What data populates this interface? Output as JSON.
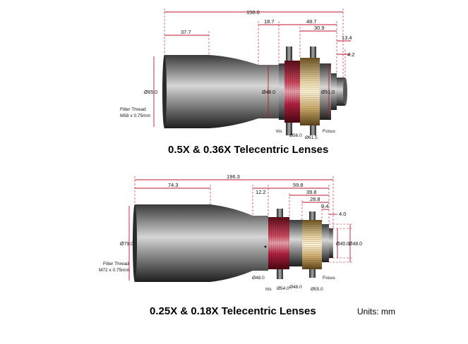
{
  "lens1": {
    "title": "0.5X & 0.36X Telecentric Lenses",
    "dims": {
      "overall": "150.0",
      "front": "37.7",
      "d_18_7": "18.7",
      "d_48_7": "48.7",
      "d_30_9": "30.9",
      "d_13_4": "13.4",
      "d_4_2": "4.2",
      "dia_front": "Ø65.0",
      "dia_body": "Ø48.0",
      "dia_rear": "Ø51.0",
      "dia_iris": "Ø56.0",
      "dia_focus": "Ø61.5"
    },
    "filter_thread_label": "Filter Thread",
    "filter_thread_spec": "M58 x 0.75mm",
    "iris_label": "Iris",
    "focus_label": "Focus"
  },
  "lens2": {
    "title": "0.25X & 0.18X Telecentric Lenses",
    "dims": {
      "overall": "196.3",
      "front": "74.3",
      "d_12_2": "12.2",
      "d_59_8": "59.8",
      "d_39_8": "39.8",
      "d_28_8": "28.8",
      "d_9_4": "9.4",
      "d_4_0": "4.0",
      "dia_front": "Ø79.0",
      "dia_body": "Ø48.0",
      "dia_iris": "Ø54.0",
      "dia_mid": "Ø48.0",
      "dia_focus": "Ø55.0",
      "dia_rear1": "Ø40.0",
      "dia_rear2": "Ø48.0"
    },
    "filter_thread_label": "Filter Thread",
    "filter_thread_spec": "M72 x 0.75mm",
    "iris_label": "Iris",
    "focus_label": "Focus"
  },
  "units_label": "Units: mm"
}
